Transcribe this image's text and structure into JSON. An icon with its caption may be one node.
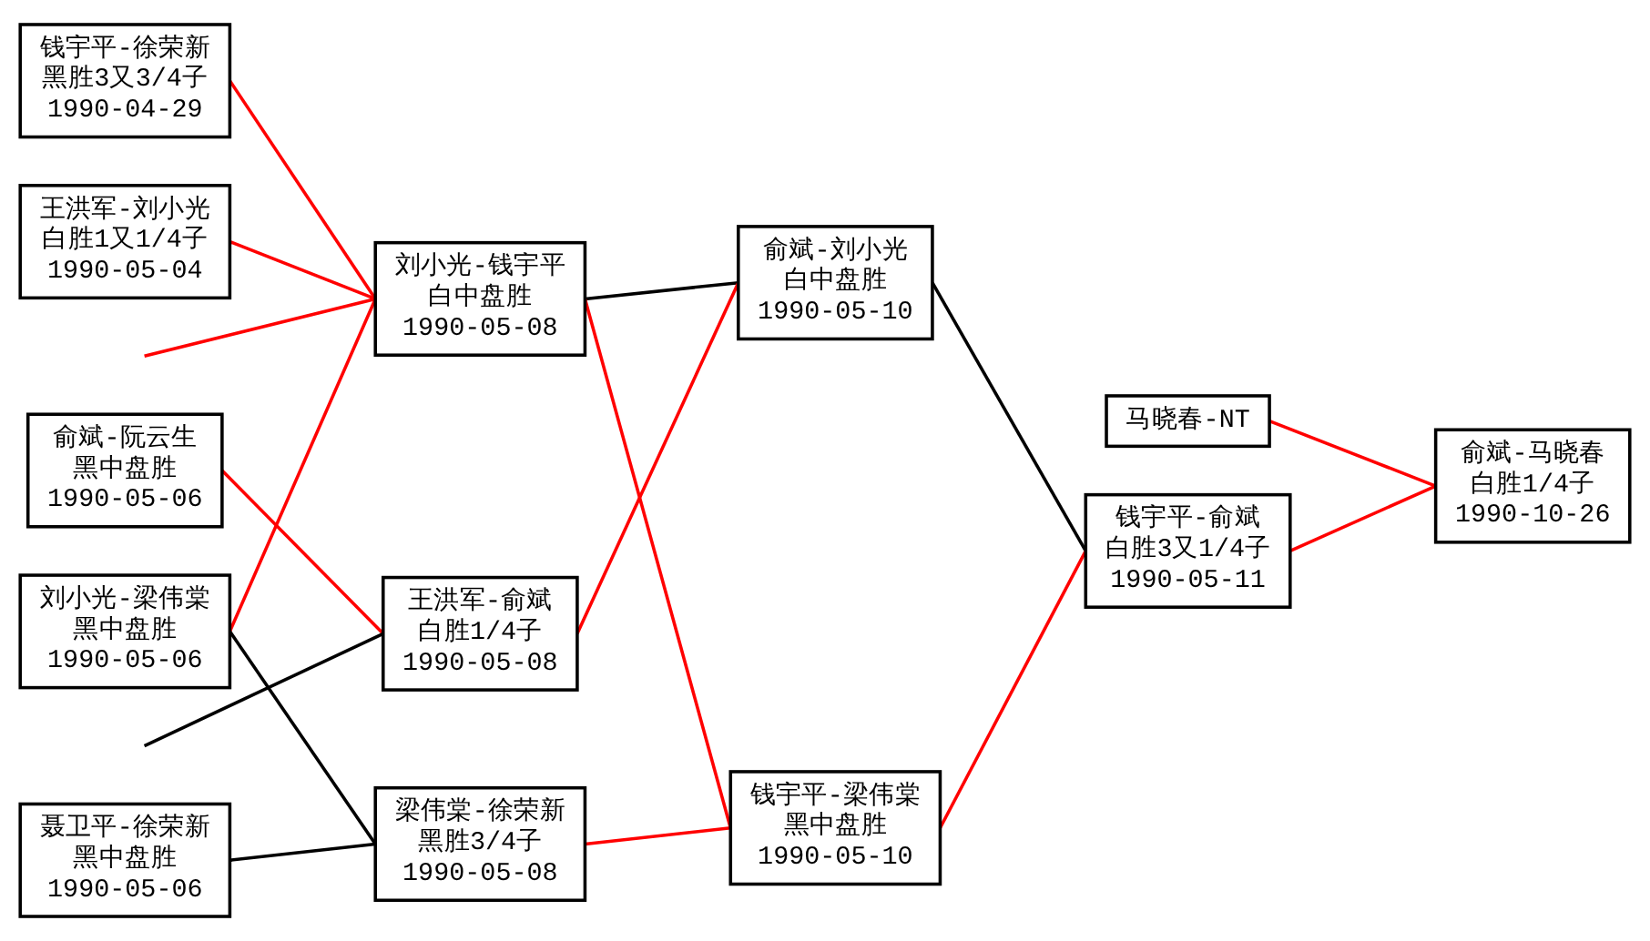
{
  "diagram": {
    "nodes": [
      {
        "text": [
          "钱宇平-徐荣新",
          "黑胜3又3/4子",
          "1990-04-29"
        ]
      },
      {
        "text": [
          "王洪军-刘小光",
          "白胜1又1/4子",
          "1990-05-04"
        ]
      },
      {
        "text": [
          "俞斌-阮云生",
          "黑中盘胜",
          "1990-05-06"
        ]
      },
      {
        "text": [
          "刘小光-梁伟棠",
          "黑中盘胜",
          "1990-05-06"
        ]
      },
      {
        "text": [
          "聂卫平-徐荣新",
          "黑中盘胜",
          "1990-05-06"
        ]
      },
      {
        "text": [
          "刘小光-钱宇平",
          "白中盘胜",
          "1990-05-08"
        ]
      },
      {
        "text": [
          "王洪军-俞斌",
          "白胜1/4子",
          "1990-05-08"
        ]
      },
      {
        "text": [
          "梁伟棠-徐荣新",
          "黑胜3/4子",
          "1990-05-08"
        ]
      },
      {
        "text": [
          "俞斌-刘小光",
          "白中盘胜",
          "1990-05-10"
        ]
      },
      {
        "text": [
          "钱宇平-梁伟棠",
          "黑中盘胜",
          "1990-05-10"
        ]
      },
      {
        "text": [
          "马晓春-NT"
        ]
      },
      {
        "text": [
          "钱宇平-俞斌",
          "白胜3又1/4子",
          "1990-05-11"
        ]
      },
      {
        "text": [
          "俞斌-马晓春",
          "白胜1/4子",
          "1990-10-26"
        ]
      }
    ],
    "edges": [
      {
        "from": 0,
        "to": 5,
        "arrow": "none"
      },
      {
        "from": 1,
        "to": 5,
        "arrow": "none"
      },
      {
        "from": null,
        "to": 5,
        "arrow": "none"
      },
      {
        "from": 3,
        "to": 5,
        "arrow": "none"
      },
      {
        "from": 2,
        "to": 6,
        "arrow": "none"
      },
      {
        "from": null,
        "to": 6,
        "arrow": "none",
        "color": "#000000"
      },
      {
        "from": 3,
        "to": 7,
        "arrow": "none",
        "color": "#000000"
      },
      {
        "from": 4,
        "to": 7,
        "arrow": "none",
        "color": "#000000"
      },
      {
        "from": 5,
        "to": 8,
        "arrow": "none",
        "color": "#000000"
      },
      {
        "from": 6,
        "to": 8,
        "arrow": "none"
      },
      {
        "from": 5,
        "to": 9,
        "arrow": "none"
      },
      {
        "from": 7,
        "to": 9,
        "arrow": "none"
      },
      {
        "from": 8,
        "to": 11,
        "arrow": "none",
        "color": "#000000"
      },
      {
        "from": 9,
        "to": 11,
        "arrow": "none"
      },
      {
        "from": 10,
        "to": 12,
        "arrow": "none"
      },
      {
        "from": 11,
        "to": 12,
        "arrow": "none"
      }
    ]
  }
}
